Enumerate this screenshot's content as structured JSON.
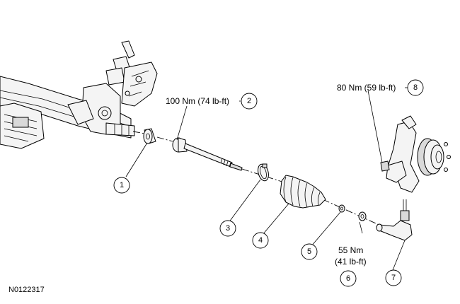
{
  "figure_id": "N0122317",
  "callouts": [
    {
      "num": "1"
    },
    {
      "num": "2"
    },
    {
      "num": "3"
    },
    {
      "num": "4"
    },
    {
      "num": "5"
    },
    {
      "num": "6"
    },
    {
      "num": "7"
    },
    {
      "num": "8"
    }
  ],
  "torque_specs": {
    "part2": "100 Nm (74 lb-ft)",
    "part6_line1": "55 Nm",
    "part6_line2": "(41 lb-ft)",
    "part8": "80 Nm (59 lb-ft)"
  }
}
